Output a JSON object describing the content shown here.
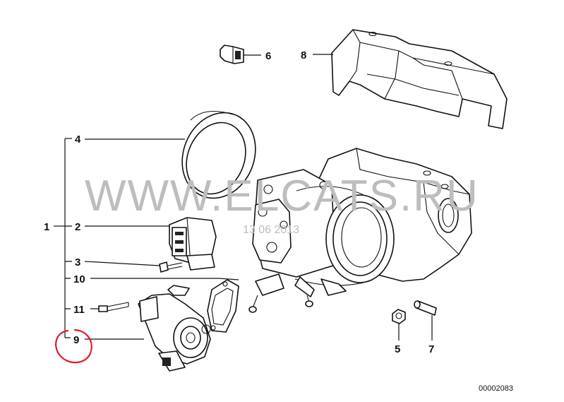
{
  "diagram": {
    "callouts": {
      "c1": "1",
      "c2": "2",
      "c3": "3",
      "c4": "4",
      "c5": "5",
      "c6": "6",
      "c7": "7",
      "c8": "8",
      "c9": "9",
      "c10": "10",
      "c11": "11"
    },
    "drawing_number": "00002083",
    "watermark": "WWW.ELCATS.RU",
    "watermark_sub": "13 06 2013",
    "highlight_color": "#e0192b",
    "line_color": "#111111"
  }
}
